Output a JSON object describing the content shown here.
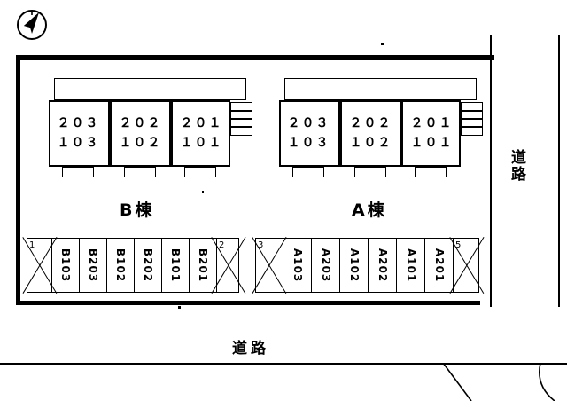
{
  "plan": {
    "compass_icon": "north-arrow-compass",
    "buildings": [
      {
        "id": "building-b",
        "label": "B棟",
        "units": [
          {
            "upper": "２０３",
            "lower": "１０３"
          },
          {
            "upper": "２０２",
            "lower": "１０２"
          },
          {
            "upper": "２０１",
            "lower": "１０１"
          }
        ]
      },
      {
        "id": "building-a",
        "label": "A棟",
        "units": [
          {
            "upper": "２０３",
            "lower": "１０３"
          },
          {
            "upper": "２０２",
            "lower": "１０２"
          },
          {
            "upper": "２０１",
            "lower": "１０１"
          }
        ]
      }
    ],
    "parking_left": {
      "start_marker": "1",
      "end_marker": "2",
      "slots": [
        "B103",
        "B203",
        "B102",
        "B202",
        "B101",
        "B201"
      ]
    },
    "parking_right": {
      "start_marker": "3",
      "end_marker": "5",
      "slots": [
        "A103",
        "A203",
        "A102",
        "A202",
        "A101",
        "A201"
      ]
    },
    "roads": {
      "right": "道路",
      "bottom": "道路"
    },
    "colors": {
      "line": "#000000",
      "background": "#ffffff"
    }
  }
}
